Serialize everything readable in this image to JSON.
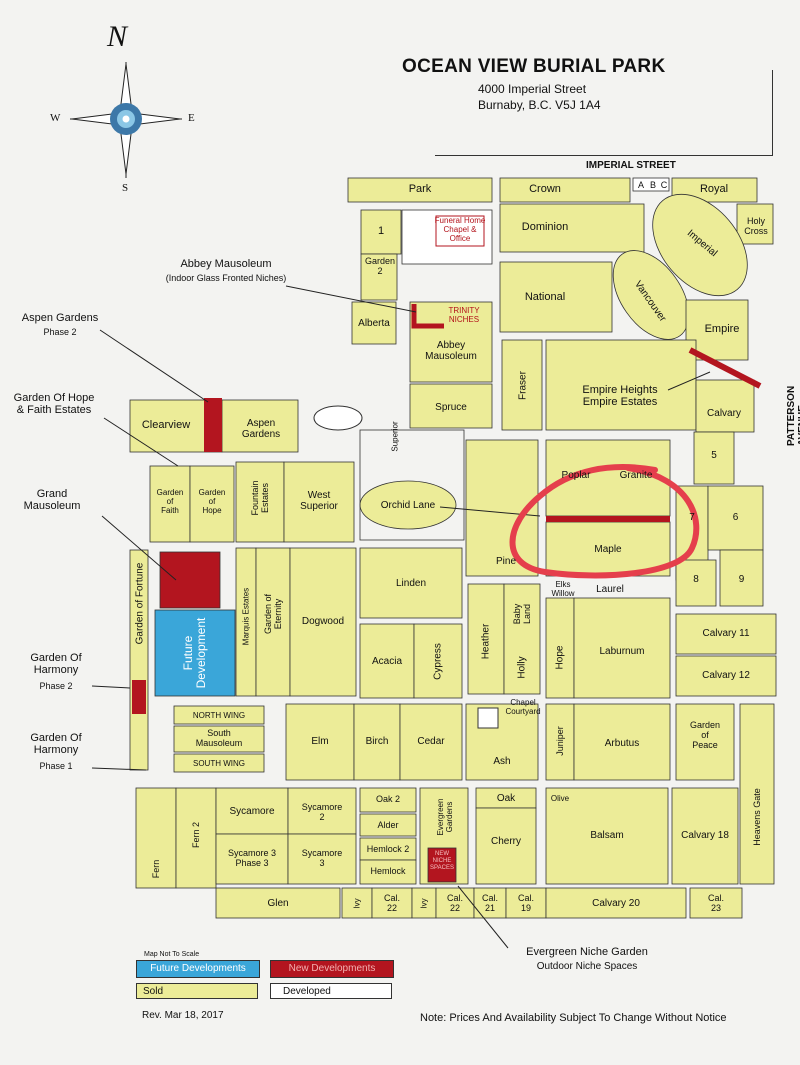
{
  "header": {
    "title": "OCEAN VIEW BURIAL PARK",
    "address_line1": "4000 Imperial Street",
    "address_line2": "Burnaby, B.C. V5J 1A4"
  },
  "compass": {
    "n": "N",
    "s": "S",
    "e": "E",
    "w": "W"
  },
  "streets": {
    "imperial": "IMPERIAL STREET",
    "patterson": "PATTERSON AVENUE"
  },
  "colors": {
    "sold": "#ecec98",
    "developed": "#ffffff",
    "future": "#3aa6d9",
    "new": "#b3151f",
    "circle": "#e53f4c"
  },
  "sections": {
    "park": "Park",
    "crown": "Crown",
    "a": "A",
    "b": "B",
    "c": "C",
    "royal": "Royal",
    "holy_cross": "Holy\nCross",
    "s1": "1",
    "garden2": "Garden\n2",
    "alberta": "Alberta",
    "funeral_home": "Funeral Home\nChapel &\nOffice",
    "trinity": "TRINITY\nNICHES",
    "dominion": "Dominion",
    "national": "National",
    "imperial": "Imperial",
    "vancouver": "Vancouver",
    "empire": "Empire",
    "abbey": "Abbey\nMausoleum",
    "spruce": "Spruce",
    "fraser": "Fraser",
    "calvary": "Calvary",
    "s5": "5",
    "s7": "7",
    "s6": "6",
    "s8": "8",
    "s9": "9",
    "clearview": "Clearview",
    "aspen": "Aspen\nGardens",
    "superior": "Superior",
    "fountain": "Fountain\nEstates",
    "west_superior": "West\nSuperior",
    "orchid": "Orchid Lane",
    "garden_faith": "Garden\nof\nFaith",
    "garden_hope": "Garden\nof\nHope",
    "poplar": "Poplar",
    "granite": "Granite",
    "maple": "Maple",
    "pine": "Pine",
    "elks": "Elks",
    "willow": "Willow",
    "laurel": "Laurel",
    "garden_fortune": "Garden of Fortune",
    "future_dev": "Future\nDevelopment",
    "marquis": "Marquis Estates",
    "garden_eternity": "Garden of\nEternity",
    "dogwood": "Dogwood",
    "linden": "Linden",
    "acacia": "Acacia",
    "cypress": "Cypress",
    "heather": "Heather",
    "baby_land": "Baby\nLand",
    "holly": "Holly",
    "hope": "Hope",
    "laburnum": "Laburnum",
    "calvary11": "Calvary 11",
    "calvary12": "Calvary 12",
    "north_wing": "NORTH WING",
    "south_maus": "South\nMausoleum",
    "south_wing": "SOUTH WING",
    "elm": "Elm",
    "birch": "Birch",
    "cedar": "Cedar",
    "chapel_courtyard": "Chapel\nCourtyard",
    "ash": "Ash",
    "juniper": "Juniper",
    "arbutus": "Arbutus",
    "garden_peace": "Garden\nof\nPeace",
    "heavens_gate": "Heavens Gate",
    "fern": "Fern",
    "fern2": "Fern 2",
    "sycamore": "Sycamore",
    "sycamore2": "Sycamore\n2",
    "sycamore3p": "Sycamore 3\nPhase 3",
    "sycamore3": "Sycamore\n3",
    "oak2": "Oak 2",
    "alder": "Alder",
    "hemlock2": "Hemlock 2",
    "hemlock": "Hemlock",
    "evergreen": "Evergreen\nGardens",
    "new_niche": "NEW\nNICHE\nSPACES",
    "oak": "Oak",
    "olive": "Olive",
    "cherry": "Cherry",
    "balsam": "Balsam",
    "calvary18": "Calvary 18",
    "glen": "Glen",
    "ivy": "Ivy",
    "cal22": "Cal.\n22",
    "ivy2": "Ivy",
    "cal22b": "Cal.\n22",
    "cal21": "Cal.\n21",
    "cal19": "Cal.\n19",
    "calvary20": "Calvary 20",
    "cal23": "Cal.\n23"
  },
  "callouts": {
    "abbey_title": "Abbey Mausoleum",
    "abbey_sub": "(Indoor Glass Fronted Niches)",
    "aspen_title": "Aspen Gardens",
    "aspen_sub": "Phase 2",
    "hope_faith": "Garden Of Hope\n& Faith Estates",
    "grand": "Grand\nMausoleum",
    "harmony2_title": "Garden Of\nHarmony",
    "harmony2_sub": "Phase 2",
    "harmony1_title": "Garden Of\nHarmony",
    "harmony1_sub": "Phase 1",
    "empire_heights": "Empire Heights\nEmpire Estates",
    "evergreen_title": "Evergreen Niche Garden",
    "evergreen_sub": "Outdoor Niche Spaces"
  },
  "legend": {
    "not_to_scale": "Map Not To Scale",
    "future": "Future Developments",
    "new": "New Developments",
    "sold": "Sold",
    "developed": "Developed"
  },
  "footer": {
    "revision": "Rev. Mar 18, 2017",
    "note": "Note: Prices And Availability Subject To Change Without Notice"
  }
}
